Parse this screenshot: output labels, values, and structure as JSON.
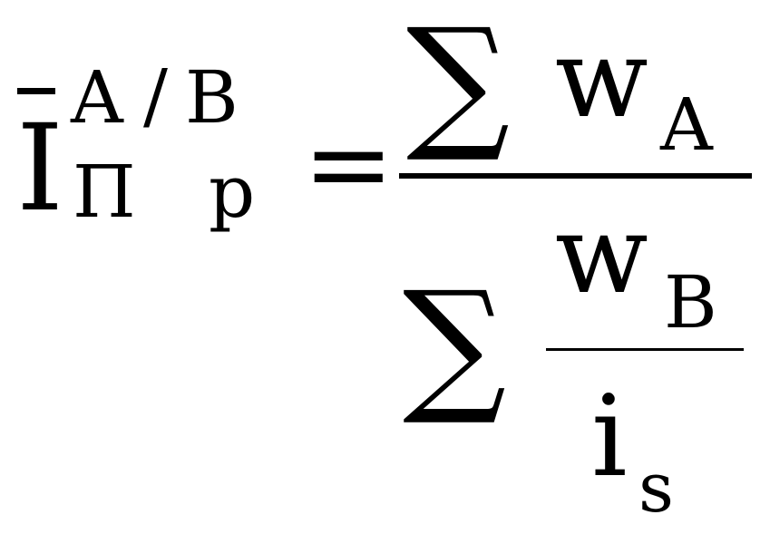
{
  "formula": {
    "lhs": {
      "base": "I",
      "superscript_a": "A",
      "superscript_slash": "/",
      "superscript_b": "B",
      "subscript_pi": "П",
      "subscript_p": "p"
    },
    "equals": "=",
    "numerator": {
      "sum_sign": "∑",
      "w": "w",
      "w_subscript": "A"
    },
    "denominator": {
      "sum_sign": "∑",
      "inner_numerator_w": "w",
      "inner_numerator_subscript": "B",
      "inner_denominator_i": "i",
      "inner_denominator_subscript": "s"
    }
  }
}
